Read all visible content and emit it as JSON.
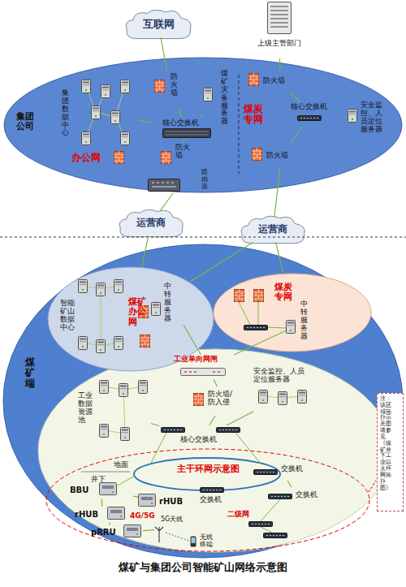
{
  "diagram": {
    "title": "煤矿与集团公司智能矿山网络示意图",
    "nodes": [
      {
        "text": [
          "互联网"
        ]
      },
      {
        "text": [
          "上级主管部门"
        ]
      },
      {
        "text": [
          "集团公司"
        ]
      },
      {
        "text": [
          "集团数据中心"
        ],
        "in": 2
      },
      {
        "text": [
          "防火墙"
        ],
        "in": 2
      },
      {
        "text": [
          "核心交换机"
        ],
        "in": 2
      },
      {
        "text": [
          "煤矿灾备服务器"
        ],
        "in": 2
      },
      {
        "text": [
          "防火墙"
        ],
        "in": 2
      },
      {
        "text": [
          "路由器"
        ],
        "in": 2
      },
      {
        "text": [
          "防火墙"
        ],
        "in": 2
      },
      {
        "text": [
          "核心交换机"
        ],
        "in": 2
      },
      {
        "text": [
          "安全监控、人员定位服务器"
        ],
        "in": 2
      },
      {
        "text": [
          "防火墙"
        ],
        "in": 2
      },
      {
        "text": [
          "运营商"
        ]
      },
      {
        "text": [
          "运营商"
        ]
      },
      {
        "text": [
          "煤矿端"
        ]
      },
      {
        "text": [
          "煤矿办公网"
        ],
        "in": 15
      },
      {
        "text": [
          "智能矿山数据中心"
        ],
        "in": 16
      },
      {
        "text": [
          "中转服务器"
        ],
        "in": 16
      },
      {
        "text": [
          "煤炭专网"
        ],
        "in": 15
      },
      {
        "text": [
          "中转服务器"
        ],
        "in": 19
      },
      {
        "text": [
          "工业单向网闸"
        ],
        "in": 15
      },
      {
        "text": [
          "防火墙/防入侵"
        ],
        "in": 15
      },
      {
        "text": [
          "安全监控、人员定位服务器"
        ],
        "in": 15
      },
      {
        "text": [
          "工业数据资源池"
        ],
        "in": 15
      },
      {
        "text": [
          "核心交换机"
        ],
        "in": 15
      },
      {
        "text": [
          "主干环网示意图"
        ],
        "in": 15
      },
      {
        "text": [
          "交换机"
        ],
        "in": 26
      },
      {
        "text": [
          "交换机"
        ],
        "in": 26
      },
      {
        "text": [
          "交换机"
        ],
        "in": 26
      },
      {
        "text": [
          "BBU"
        ],
        "in": 26
      },
      {
        "text": [
          "rHUB"
        ],
        "in": 26
      },
      {
        "text": [
          "rHUB"
        ],
        "in": 26
      },
      {
        "text": [
          "pRRU"
        ],
        "in": 26
      },
      {
        "text": [
          "5G天线"
        ],
        "in": 26
      },
      {
        "text": [
          "无线终端"
        ],
        "in": 26
      },
      {
        "text": [
          "注：该区域拓扑示意图请参见《煤矿井下工业以太环网拓扑图》"
        ]
      }
    ],
    "edges": [
      {
        "from": 0,
        "to": 4,
        "arrow": "none"
      },
      {
        "from": 1,
        "to": 9,
        "arrow": "none"
      },
      {
        "from": 4,
        "to": 5,
        "arrow": "none"
      },
      {
        "from": 3,
        "to": 5,
        "arrow": "none"
      },
      {
        "from": 6,
        "to": 5,
        "arrow": "none"
      },
      {
        "from": 5,
        "to": 7,
        "arrow": "none"
      },
      {
        "from": 7,
        "to": 8,
        "arrow": "none"
      },
      {
        "from": 9,
        "to": 10,
        "arrow": "none"
      },
      {
        "from": 10,
        "to": 11,
        "arrow": "none"
      },
      {
        "from": 10,
        "to": 12,
        "arrow": "none"
      },
      {
        "from": 8,
        "to": 13,
        "arrow": "none"
      },
      {
        "from": 12,
        "to": 14,
        "arrow": "none"
      },
      {
        "from": 13,
        "to": 16,
        "arrow": "none"
      },
      {
        "from": 14,
        "to": 16,
        "arrow": "none"
      },
      {
        "from": 14,
        "to": 19,
        "arrow": "none"
      },
      {
        "from": 18,
        "to": 21,
        "arrow": "none"
      },
      {
        "from": 20,
        "to": 21,
        "arrow": "none"
      },
      {
        "from": 21,
        "to": 22,
        "arrow": "none"
      },
      {
        "from": 22,
        "to": 25,
        "arrow": "none"
      },
      {
        "from": 23,
        "to": 25,
        "arrow": "none"
      },
      {
        "from": 24,
        "to": 25,
        "arrow": "none"
      },
      {
        "from": 28,
        "to": 29,
        "arrow": "none"
      },
      {
        "from": 30,
        "to": 31,
        "arrow": "none"
      },
      {
        "from": 30,
        "to": 32,
        "arrow": "none"
      },
      {
        "from": 31,
        "to": 33,
        "arrow": "none"
      },
      {
        "from": 33,
        "to": 34,
        "arrow": "none"
      }
    ],
    "labels": [
      "办公网",
      "煤炭专网",
      "地面",
      "井下",
      "4G/5G",
      "二级网"
    ]
  }
}
